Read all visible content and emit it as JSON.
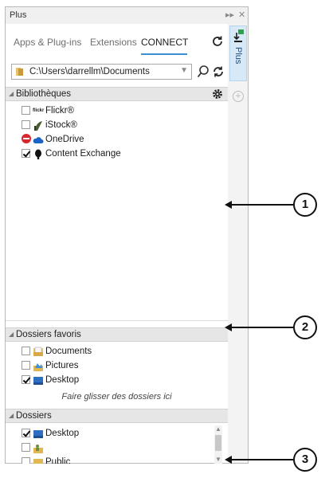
{
  "window": {
    "title": "Plus"
  },
  "tabs": [
    "Apps & Plug-ins",
    "Extensions",
    "CONNECT"
  ],
  "path": {
    "value": "C:\\Users\\darrellm\\Documents"
  },
  "libraries": {
    "header": "Bibliothèques",
    "items": [
      {
        "label": "Flickr®",
        "checked": false,
        "icon_text": "flickr"
      },
      {
        "label": "iStock®",
        "checked": false
      },
      {
        "label": "OneDrive",
        "checked": false,
        "blocked": true
      },
      {
        "label": "Content Exchange",
        "checked": true
      }
    ]
  },
  "favorites": {
    "header": "Dossiers favoris",
    "items": [
      {
        "label": "Documents",
        "checked": false
      },
      {
        "label": "Pictures",
        "checked": false
      },
      {
        "label": "Desktop",
        "checked": true
      }
    ],
    "drop_hint": "Faire glisser des dossiers ici"
  },
  "folders": {
    "header": "Dossiers",
    "items": [
      {
        "label": "Desktop",
        "checked": true
      },
      {
        "label": "",
        "checked": false
      },
      {
        "label": "Public",
        "checked": false
      }
    ]
  },
  "side_tab": {
    "label": "Plus"
  },
  "callouts": [
    "1",
    "2",
    "3"
  ],
  "colors": {
    "accent": "#3a8fd0",
    "header_bg": "#e6e6e6"
  }
}
